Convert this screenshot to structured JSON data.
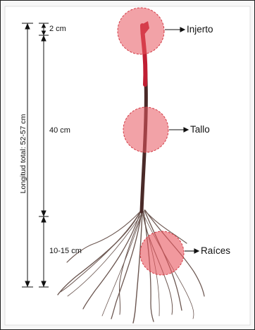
{
  "figure": {
    "total_length_label": "Longitud total: 52-57 cm",
    "segments": {
      "top": "2 cm",
      "middle": "40 cm",
      "bottom": "10-15 cm"
    },
    "parts": {
      "graft": "Injerto",
      "stem": "Tallo",
      "roots": "Raíces"
    }
  },
  "colors": {
    "frame": "#222222",
    "dimension_lines": "#111111",
    "highlight_fill": "#e8555e",
    "highlight_stroke": "#d23b45",
    "graft_red": "#c01f33",
    "stem": "#4a2a28",
    "roots": "#6b5650"
  }
}
